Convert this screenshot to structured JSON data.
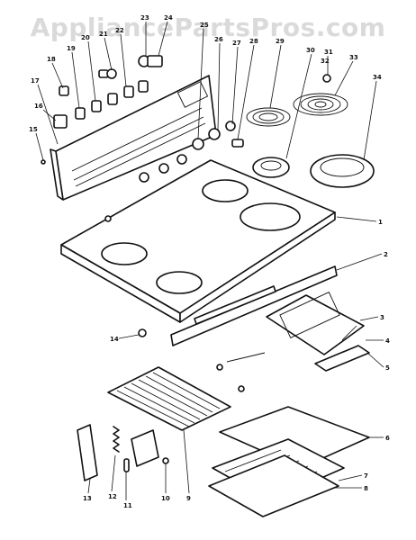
{
  "watermark": "AppliancePartsPros.com",
  "callouts": [
    {
      "id": "c1",
      "label": "1"
    },
    {
      "id": "c2",
      "label": "2"
    },
    {
      "id": "c3",
      "label": "3"
    },
    {
      "id": "c4",
      "label": "4"
    },
    {
      "id": "c5",
      "label": "5"
    },
    {
      "id": "c6",
      "label": "6"
    },
    {
      "id": "c7",
      "label": "7"
    },
    {
      "id": "c8",
      "label": "8"
    },
    {
      "id": "c9",
      "label": "9"
    },
    {
      "id": "c10",
      "label": "10"
    },
    {
      "id": "c11",
      "label": "11"
    },
    {
      "id": "c12",
      "label": "12"
    },
    {
      "id": "c13",
      "label": "13"
    },
    {
      "id": "c14",
      "label": "14"
    },
    {
      "id": "c15",
      "label": "15"
    },
    {
      "id": "c16",
      "label": "16"
    },
    {
      "id": "c17",
      "label": "17"
    },
    {
      "id": "c18",
      "label": "18"
    },
    {
      "id": "c19",
      "label": "19"
    },
    {
      "id": "c20",
      "label": "20"
    },
    {
      "id": "c21",
      "label": "21"
    },
    {
      "id": "c22",
      "label": "22"
    },
    {
      "id": "c23",
      "label": "23"
    },
    {
      "id": "c24",
      "label": "24"
    },
    {
      "id": "c25",
      "label": "25"
    },
    {
      "id": "c26",
      "label": "26"
    },
    {
      "id": "c27",
      "label": "27"
    },
    {
      "id": "c28",
      "label": "28"
    },
    {
      "id": "c29",
      "label": "29"
    },
    {
      "id": "c30",
      "label": "30"
    },
    {
      "id": "c31",
      "label": "31"
    },
    {
      "id": "c32",
      "label": "32"
    },
    {
      "id": "c33",
      "label": "33"
    },
    {
      "id": "c34",
      "label": "34"
    }
  ]
}
